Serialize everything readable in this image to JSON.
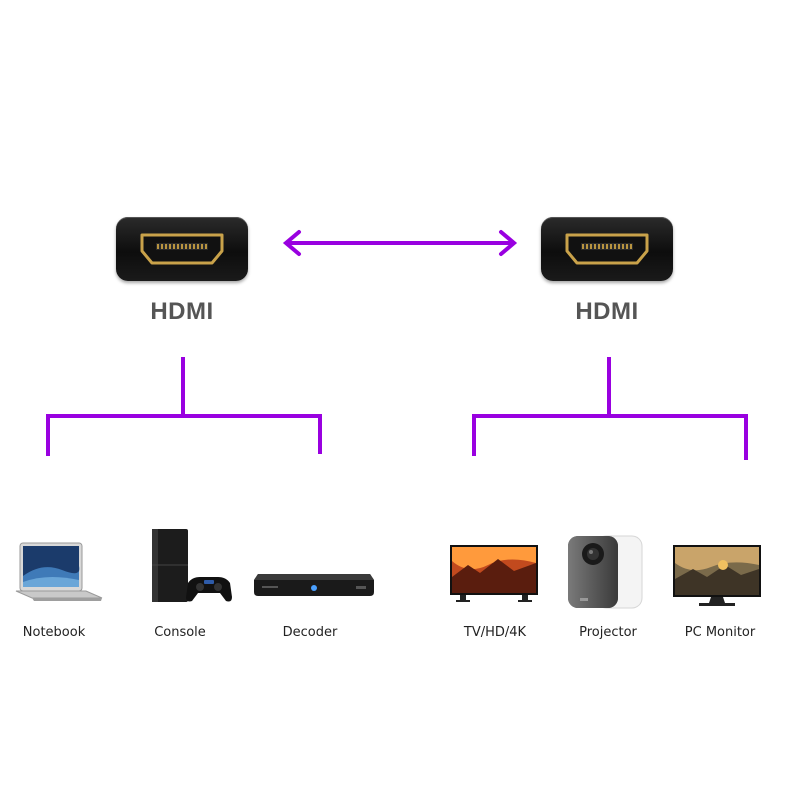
{
  "colors": {
    "connector_lines": "#9900e0",
    "port_body": "#1a1a1a",
    "port_gold": "#c9a24a",
    "label": "#555555"
  },
  "connectors": [
    {
      "label": "HDMI"
    },
    {
      "label": "HDMI"
    }
  ],
  "left_devices": [
    {
      "label": "Notebook",
      "icon": "laptop-icon"
    },
    {
      "label": "Console",
      "icon": "game-console-icon"
    },
    {
      "label": "Decoder",
      "icon": "decoder-box-icon"
    }
  ],
  "right_devices": [
    {
      "label": "TV/HD/4K",
      "icon": "tv-icon"
    },
    {
      "label": "Projector",
      "icon": "projector-icon"
    },
    {
      "label": "PC Monitor",
      "icon": "pc-monitor-icon"
    }
  ]
}
